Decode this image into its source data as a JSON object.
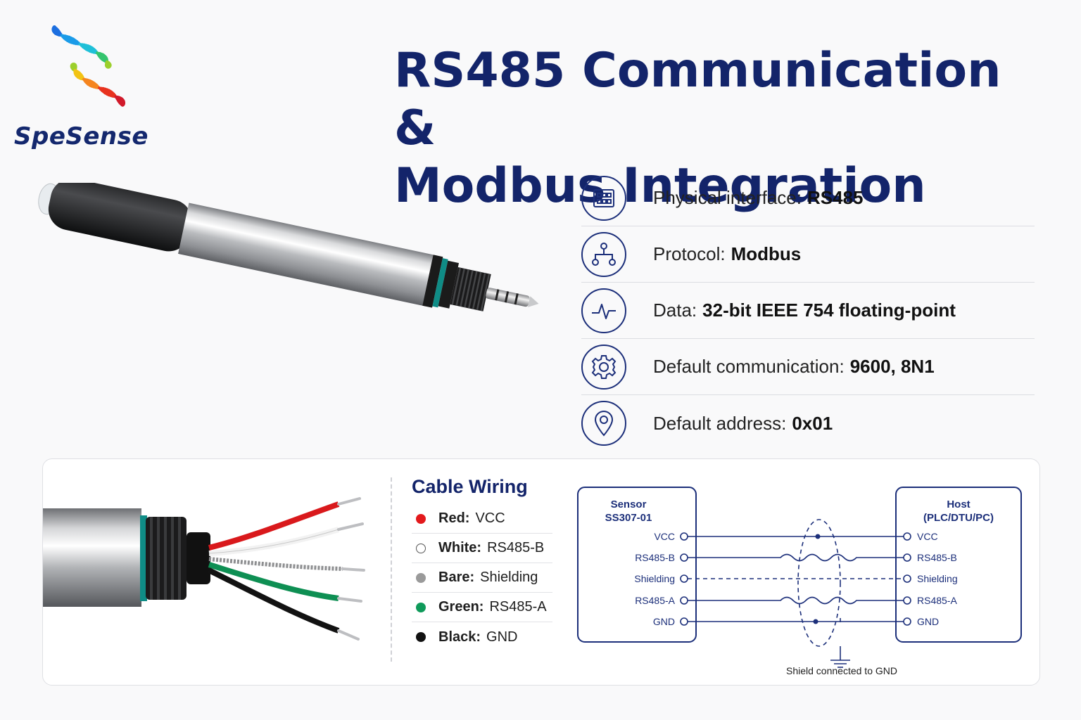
{
  "brand": {
    "name": "SpeSense"
  },
  "title": {
    "line1": "RS485 Communication &",
    "line2": "Modbus Integration"
  },
  "specs": [
    {
      "icon": "chip-icon",
      "label": "Physical interface:",
      "value": "RS485"
    },
    {
      "icon": "network-icon",
      "label": "Protocol:",
      "value": "Modbus"
    },
    {
      "icon": "waveform-icon",
      "label": "Data:",
      "value": "32-bit IEEE 754 floating-point"
    },
    {
      "icon": "gear-icon",
      "label": "Default communication:",
      "value": "9600, 8N1"
    },
    {
      "icon": "location-pin-icon",
      "label": "Default address:",
      "value": "0x01"
    }
  ],
  "wiring": {
    "title": "Cable Wiring",
    "wires": [
      {
        "color_name": "Red:",
        "signal": "VCC",
        "hex": "#e3191c"
      },
      {
        "color_name": "White:",
        "signal": "RS485-B",
        "hex": "#ffffff"
      },
      {
        "color_name": "Bare:",
        "signal": "Shielding",
        "hex": "#9a9a9a"
      },
      {
        "color_name": "Green:",
        "signal": "RS485-A",
        "hex": "#0f9a5a"
      },
      {
        "color_name": "Black:",
        "signal": "GND",
        "hex": "#111111"
      }
    ]
  },
  "schematic": {
    "sensor_title": "Sensor",
    "sensor_model": "SS307-01",
    "host_title": "Host",
    "host_model": "(PLC/DTU/PC)",
    "left_labels": [
      "VCC",
      "RS485-B",
      "Shielding",
      "RS485-A",
      "GND"
    ],
    "right_labels": [
      "VCC",
      "RS485-B",
      "Shielding",
      "RS485-A",
      "GND"
    ],
    "caption": "Shield connected to GND"
  },
  "colors": {
    "navy": "#13246a",
    "schematic": "#1c2f7a"
  }
}
